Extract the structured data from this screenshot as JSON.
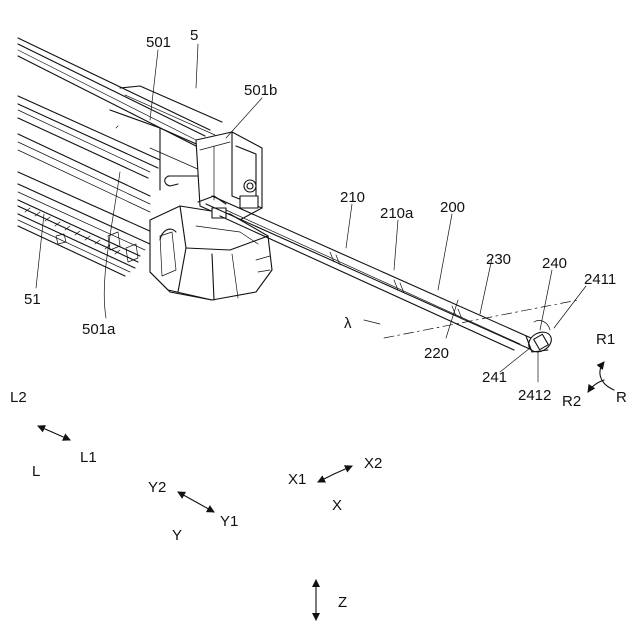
{
  "labels": {
    "l_5": "5",
    "l_501": "501",
    "l_501b": "501b",
    "l_501a": "501a",
    "l_51": "51",
    "l_210": "210",
    "l_210a": "210a",
    "l_200": "200",
    "l_230": "230",
    "l_240": "240",
    "l_2411": "2411",
    "l_lambda": "λ",
    "l_220": "220",
    "l_241": "241",
    "l_2412": "2412",
    "l_R1": "R1",
    "l_R2": "R2",
    "l_R": "R"
  },
  "axes": {
    "L2": "L2",
    "L1": "L1",
    "L": "L",
    "X1": "X1",
    "X2": "X2",
    "X": "X",
    "Y2": "Y2",
    "Y1": "Y1",
    "Y": "Y",
    "Z": "Z"
  }
}
